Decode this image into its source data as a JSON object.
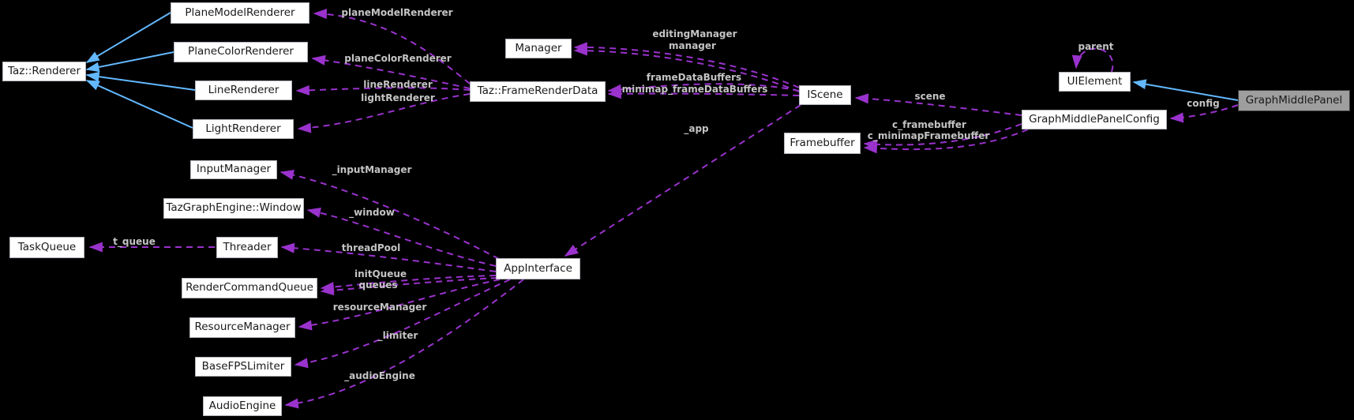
{
  "nodes": {
    "taz_renderer": {
      "label": "Taz::Renderer"
    },
    "plane_model_renderer": {
      "label": "PlaneModelRenderer"
    },
    "plane_color_renderer": {
      "label": "PlaneColorRenderer"
    },
    "line_renderer": {
      "label": "LineRenderer"
    },
    "light_renderer": {
      "label": "LightRenderer"
    },
    "manager": {
      "label": "Manager"
    },
    "frame_render_data": {
      "label": "Taz::FrameRenderData"
    },
    "input_manager": {
      "label": "InputManager"
    },
    "window": {
      "label": "TazGraphEngine::Window"
    },
    "task_queue": {
      "label": "TaskQueue"
    },
    "threader": {
      "label": "Threader"
    },
    "render_command_queue": {
      "label": "RenderCommandQueue"
    },
    "resource_manager": {
      "label": "ResourceManager"
    },
    "base_fps_limiter": {
      "label": "BaseFPSLimiter"
    },
    "audio_engine": {
      "label": "AudioEngine"
    },
    "app_interface": {
      "label": "AppInterface"
    },
    "iscene": {
      "label": "IScene"
    },
    "framebuffer": {
      "label": "Framebuffer"
    },
    "ui_element": {
      "label": "UIElement"
    },
    "graph_middle_panel_config": {
      "label": "GraphMiddlePanelConfig"
    },
    "graph_middle_panel": {
      "label": "GraphMiddlePanel",
      "highlighted": true
    }
  },
  "edge_labels": {
    "plane_model": "planeModelRenderer",
    "plane_color": "planeColorRenderer",
    "line": "lineRenderer",
    "light": "lightRenderer",
    "editing_manager": "editingManager",
    "manager": "manager",
    "frame_data_buffers": "frameDataBuffers",
    "minimap_frame_data_buffers": "minimap_frameDataBuffers",
    "app": "_app",
    "scene": "scene",
    "c_framebuffer": "c_framebuffer",
    "c_minimap_framebuffer": "c_minimapFramebuffer",
    "parent": "parent",
    "config": "config",
    "input_manager": "_inputManager",
    "window": "_window",
    "thread_pool": "threadPool",
    "t_queue": "t_queue",
    "init_queue": "initQueue",
    "queues": "queues",
    "resource_manager": "resourceManager",
    "limiter": "_limiter",
    "audio_engine": "_audioEngine"
  },
  "colors": {
    "background": "#000000",
    "node_fill": "#ffffff",
    "node_border": "#b0b4ba",
    "node_text": "#1a1a1a",
    "highlight_fill": "#9e9e9e",
    "highlight_border": "#3c3c3c",
    "inheritance": "#63b8ff",
    "usage": "#9a32cd",
    "edge_label": "#c4c4c4"
  }
}
